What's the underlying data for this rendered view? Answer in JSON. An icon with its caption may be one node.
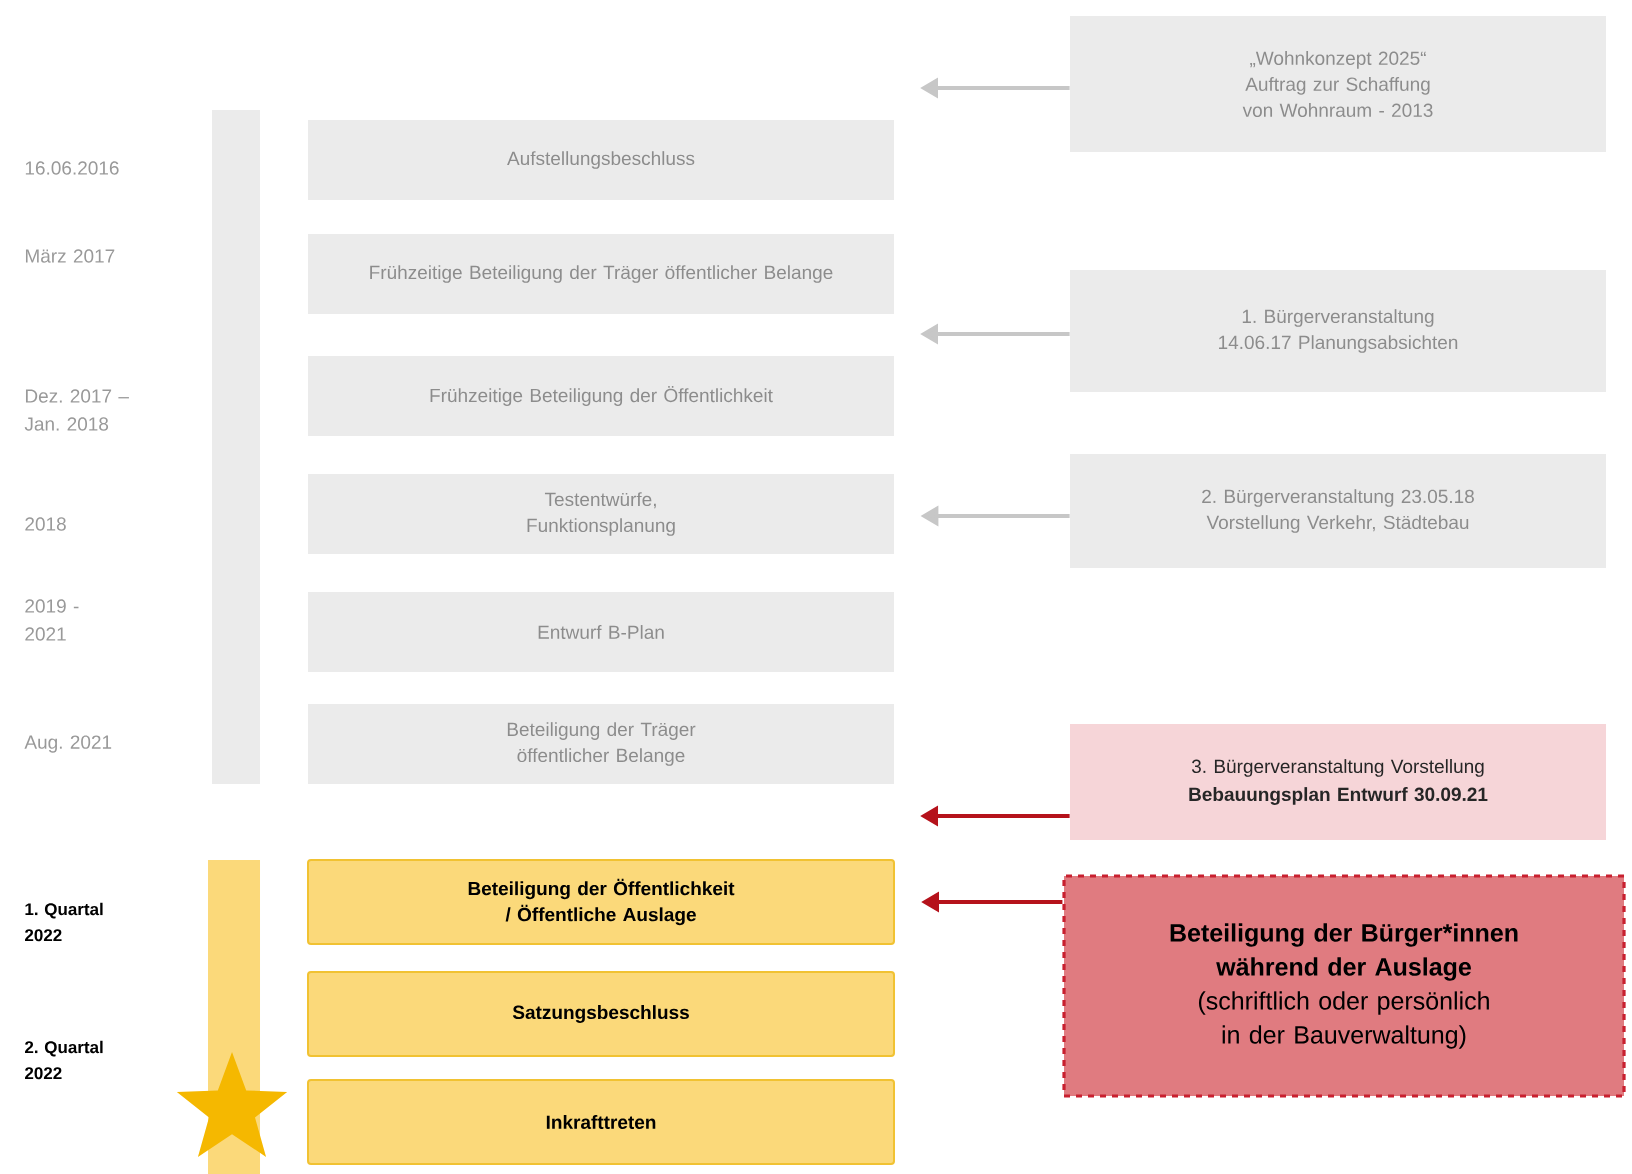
{
  "diagram": {
    "nodes": [
      {
        "text": [
          "Aufstellungsbeschluss"
        ]
      },
      {
        "text": [
          "Frühzeitige Beteiligung der Träger öffentlicher Belange"
        ]
      },
      {
        "text": [
          "Frühzeitige Beteiligung der Öffentlichkeit"
        ]
      },
      {
        "text": [
          "Testentwürfe, Funktionsplanung"
        ]
      },
      {
        "text": [
          "Entwurf B-Plan"
        ]
      },
      {
        "text": [
          "Beteiligung der Träger öffentlicher Belange"
        ]
      },
      {
        "text": [
          "Beteiligung der Öffentlichkeit / Öffentliche Auslage"
        ]
      },
      {
        "text": [
          "Satzungsbeschluss"
        ]
      },
      {
        "text": [
          "Inkrafttreten"
        ]
      },
      {
        "text": [
          "„Wohnkonzept 2025“ Auftrag zur Schaffung von Wohnraum - 2013"
        ]
      },
      {
        "text": [
          "1. Bürgerveranstaltung 14.06.17 Planungsabsichten"
        ]
      },
      {
        "text": [
          "2. Bürgerveranstaltung 23.05.18 Vorstellung Verkehr, Städtebau"
        ]
      },
      {
        "text": [
          "3. Bürgerveranstaltung Vorstellung **Bebauungsplan Entwurf 30.09.21**"
        ]
      },
      {
        "text": [
          "Beteiligung der Bürger*innen während der Auslage",
          "(schriftlich oder persönlich in der Bauverwaltung)"
        ]
      }
    ],
    "edges": [
      {
        "from": 9,
        "to": null,
        "arrow": "to"
      },
      {
        "from": 10,
        "to": null,
        "arrow": "to"
      },
      {
        "from": 11,
        "to": 3,
        "arrow": "to"
      },
      {
        "from": 12,
        "to": null,
        "arrow": "to",
        "color": "#b5121b"
      },
      {
        "from": 13,
        "to": 6,
        "arrow": "to",
        "color": "#b5121b"
      }
    ],
    "labels": [
      "16.06.2016",
      "März 2017",
      "Dez. 2017 – Jan. 2018",
      "2018",
      "2019 - 2021",
      "Aug. 2021",
      "1. Quartal 2022",
      "2. Quartal 2022"
    ]
  }
}
